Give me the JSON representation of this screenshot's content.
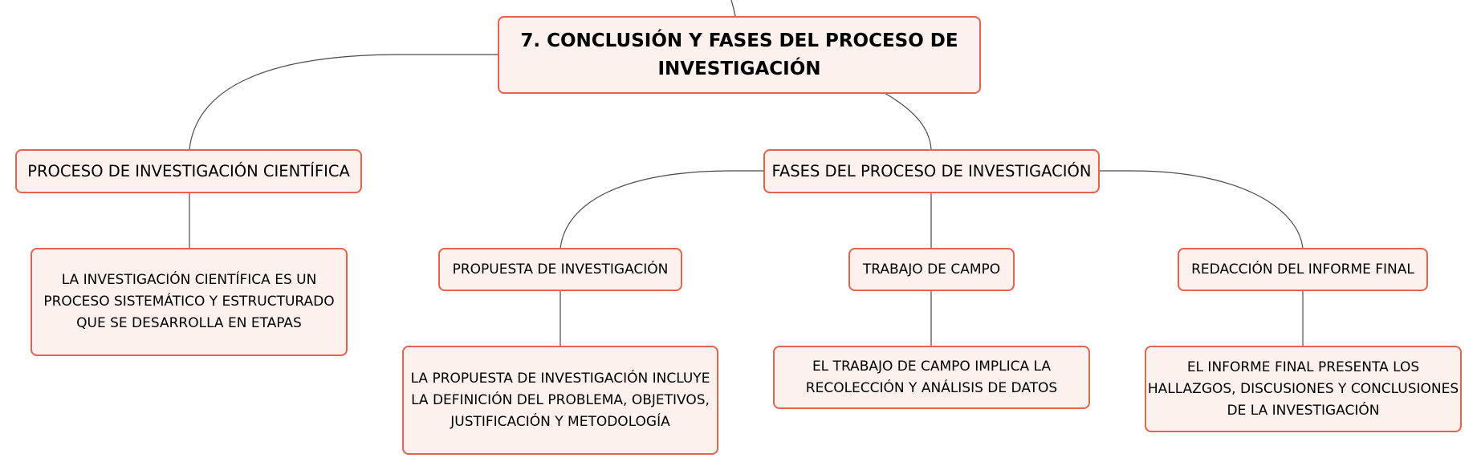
{
  "diagram": {
    "root": {
      "label": "7. CONCLUSIÓN Y FASES DEL PROCESO DE\nINVESTIGACIÓN"
    },
    "nodes": {
      "proceso": {
        "label": "PROCESO DE INVESTIGACIÓN CIENTÍFICA"
      },
      "proceso_desc": {
        "label": "LA INVESTIGACIÓN CIENTÍFICA ES UN\nPROCESO SISTEMÁTICO Y ESTRUCTURADO\nQUE SE DESARROLLA EN ETAPAS"
      },
      "fases": {
        "label": "FASES DEL PROCESO DE INVESTIGACIÓN"
      },
      "propuesta": {
        "label": "PROPUESTA DE INVESTIGACIÓN"
      },
      "propuesta_desc": {
        "label": "LA PROPUESTA DE INVESTIGACIÓN INCLUYE\nLA DEFINICIÓN DEL PROBLEMA, OBJETIVOS,\nJUSTIFICACIÓN Y METODOLOGÍA"
      },
      "trabajo": {
        "label": "TRABAJO DE CAMPO"
      },
      "trabajo_desc": {
        "label": "EL TRABAJO DE CAMPO IMPLICA LA\nRECOLECCIÓN Y ANÁLISIS DE DATOS"
      },
      "redaccion": {
        "label": "REDACCIÓN DEL INFORME FINAL"
      },
      "redaccion_desc": {
        "label": "EL INFORME FINAL PRESENTA LOS\nHALLAZGOS, DISCUSIONES Y CONCLUSIONES\nDE LA INVESTIGACIÓN"
      }
    },
    "edges": [
      {
        "from": "root",
        "to": "proceso"
      },
      {
        "from": "root",
        "to": "fases"
      },
      {
        "from": "proceso",
        "to": "proceso_desc"
      },
      {
        "from": "fases",
        "to": "propuesta"
      },
      {
        "from": "fases",
        "to": "trabajo"
      },
      {
        "from": "fases",
        "to": "redaccion"
      },
      {
        "from": "propuesta",
        "to": "propuesta_desc"
      },
      {
        "from": "trabajo",
        "to": "trabajo_desc"
      },
      {
        "from": "redaccion",
        "to": "redaccion_desc"
      }
    ],
    "colors": {
      "node_fill": "#fdf1ee",
      "node_border": "#e9604d",
      "connector": "#4a4a4a"
    }
  }
}
